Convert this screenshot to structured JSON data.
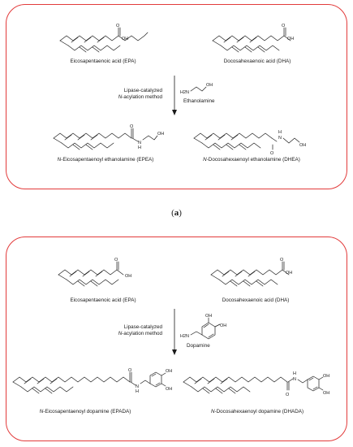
{
  "panel_a": {
    "reactant_1": "Eicosapentaenoic acid (EPA)",
    "reactant_2": "Docosahexaenoic acid (DHA)",
    "method_line1": "Lipase-catalyzed",
    "method_line2_italic": "N",
    "method_line2_rest": "-acylation method",
    "reagent": "Ethanolamine",
    "product_1_italic": "N",
    "product_1_rest": "-Eicosapentaenoyl ethanolamine (EPEA)",
    "product_2_italic": "N",
    "product_2_rest": "-Docosahexaenoyl ethanolamine (DHEA)",
    "atom_oh": "OH",
    "atom_o": "O",
    "atom_h2n": "H2N",
    "atom_nh_n": "N",
    "atom_nh_h": "H"
  },
  "panel_letter": {
    "open": "(",
    "letter": "a",
    "close": ")"
  },
  "panel_b": {
    "reactant_1": "Eicosapentaenoic acid (EPA)",
    "reactant_2": "Docosahexaenoic acid (DHA)",
    "method_line1": "Lipase-catalyzed",
    "method_line2_italic": "N",
    "method_line2_rest": "-acylation method",
    "reagent": "Dopamine",
    "product_1_italic": "N",
    "product_1_rest": "-Eicosapentaenoyl dopamine (EPADA)",
    "product_2_italic": "N",
    "product_2_rest": "-Docosahexaenoyl dopamine (DHADA)"
  },
  "colors": {
    "panel_border": "#e23b3b",
    "ink": "#1a1a1a"
  }
}
